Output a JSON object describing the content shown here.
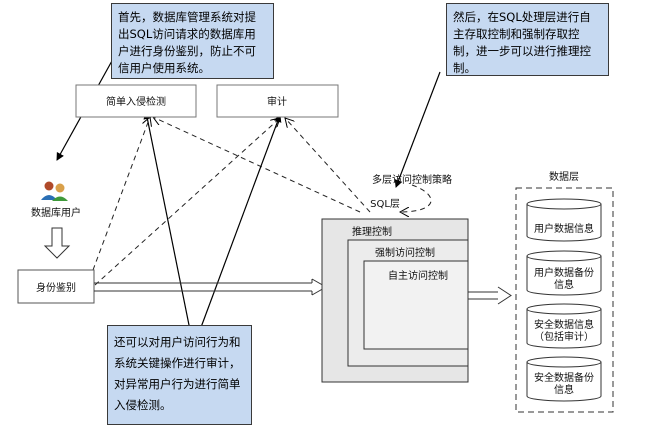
{
  "notes": {
    "top_left": "首先，数据库管理系统对提出SQL访问请求的数据库用户进行身份鉴别，防止不可信用户使用系统。",
    "top_right": "然后，在SQL处理层进行自主存取控制和强制存取控制，进一步可以进行推理控制。",
    "bottom": "还可以对用户访问行为和系统关键操作进行审计，对异常用户行为进行简单入侵检测。"
  },
  "boxes": {
    "intrusion": "简单入侵检测",
    "audit": "审计",
    "identity": "身份鉴别",
    "user": "数据库用户",
    "policy": "多层访问控制策略",
    "sql_layer": "SQL层",
    "inference": "推理控制",
    "mandatory": "强制访问控制",
    "discretionary": "自主访问控制"
  },
  "data_layer": {
    "title": "数据层",
    "items": [
      {
        "line1": "用户数据信息",
        "line2": ""
      },
      {
        "line1": "用户数据备份",
        "line2": "信息"
      },
      {
        "line1": "安全数据信息",
        "line2": "（包括审计）"
      },
      {
        "line1": "安全数据备份",
        "line2": "信息"
      }
    ]
  }
}
